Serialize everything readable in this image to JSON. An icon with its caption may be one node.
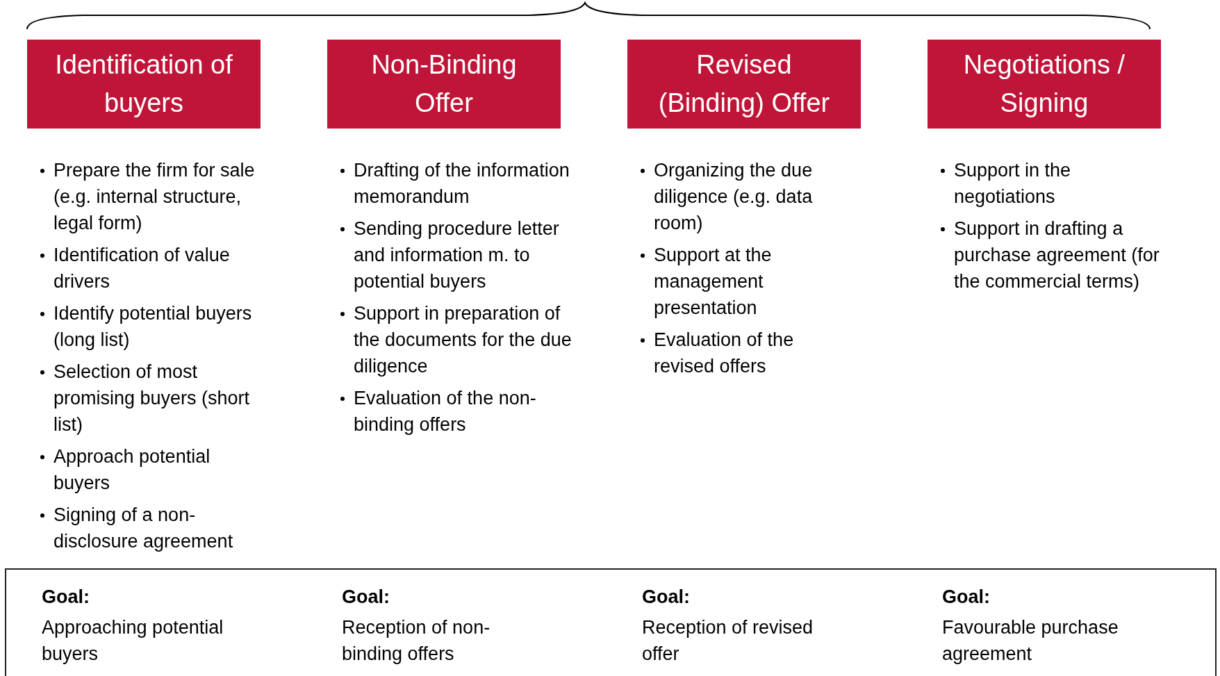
{
  "diagram": {
    "nodes": [
      {
        "text": [
          "Identification of buyers"
        ],
        "beside": [
          "Prepare the firm for sale (e.g. internal structure, legal form)",
          "Identification of value drivers",
          "Identify potential buyers (long list)",
          "Selection of most promising buyers (short list)",
          "Approach potential buyers",
          "Signing of a non-disclosure agreement"
        ]
      },
      {
        "text": [
          "Non-Binding Offer"
        ],
        "beside": [
          "Drafting of the information memorandum",
          "Sending procedure letter and information m. to potential buyers",
          "Support in preparation of the documents for the due diligence",
          "Evaluation of the non-binding offers"
        ]
      },
      {
        "text": [
          "Revised (Binding) Offer"
        ],
        "beside": [
          "Organizing the due diligence (e.g. data room)",
          "Support at the management presentation",
          "Evaluation of the revised offers"
        ]
      },
      {
        "text": [
          "Negotiations / Signing"
        ],
        "beside": [
          "Support in the negotiations",
          "Support in drafting a purchase agreement (for the commercial terms)"
        ]
      },
      {
        "text": [
          "Goal:",
          "Approaching potential buyers",
          "Goal:",
          "Reception of non-binding offers",
          "Goal:",
          "Reception of revised offer",
          "Goal:",
          "Favourable purchase agreement"
        ]
      }
    ]
  }
}
